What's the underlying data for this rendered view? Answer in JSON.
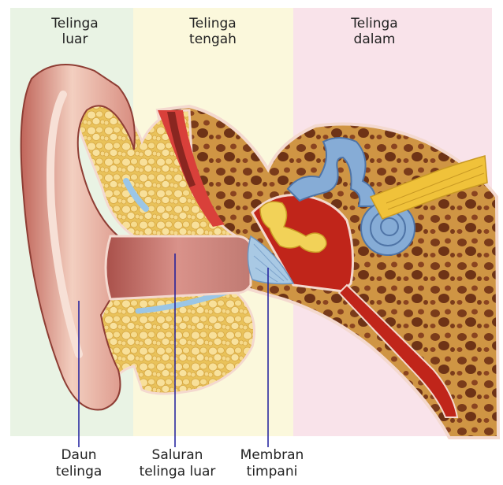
{
  "zones": {
    "outer": {
      "title": "Telinga\nluar",
      "color": "#e9f3e4"
    },
    "middle": {
      "title": "Telinga\ntengah",
      "color": "#fbf8dc"
    },
    "inner": {
      "title": "Telinga\ndalam",
      "color": "#f9e3ea"
    }
  },
  "callouts": {
    "pinna": "Daun\ntelinga",
    "canal": "Saluran\ntelinga luar",
    "eardrum": "Membran\ntimpani"
  },
  "colors": {
    "skin": "#e8b8a6",
    "skin_dark": "#b8584c",
    "bone": "#d29a46",
    "bone_hole": "#7a3b1a",
    "fat": "#f3d77c",
    "cochlea": "#86acd6",
    "nerve": "#f0c23a",
    "cavity": "#c0251a",
    "callout_line": "#1c1c9c"
  }
}
